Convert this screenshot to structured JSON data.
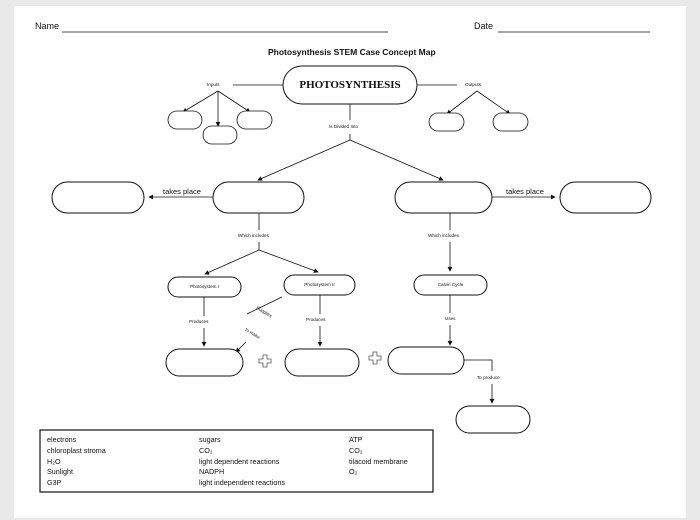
{
  "header": {
    "name_label": "Name",
    "date_label": "Date"
  },
  "title": "Photosynthesis STEM Case Concept Map",
  "concept_map": {
    "main_node": "PHOTOSYNTHESIS",
    "inputs_label": "Inputs",
    "outputs_label": "Outputs",
    "divided_label": "Is Divided Into",
    "takes_place_left": "takes place",
    "takes_place_right": "takes place",
    "which_includes_left": "Which includes",
    "which_includes_right": "Which includes",
    "photosystem1": "Photosystem I",
    "photosystem2": "Photosystem II",
    "calvin_cycle": "Calvin Cycle",
    "produces_left": "Produces",
    "produces_right": "Produces",
    "supplies": "Supplies",
    "to_make": "to make",
    "uses": "Uses",
    "to_produce": "To produce"
  },
  "word_bank": {
    "col1": [
      "electrons",
      "chloroplast stroma",
      "H₂O",
      "Sunlight",
      "G3P"
    ],
    "col2": [
      "sugars",
      "CO₂",
      "light dependent reactions",
      "NADPH",
      "light independent reactions"
    ],
    "col3": [
      "ATP",
      "CO₂",
      "tilacoid membrane",
      "O₂"
    ]
  }
}
